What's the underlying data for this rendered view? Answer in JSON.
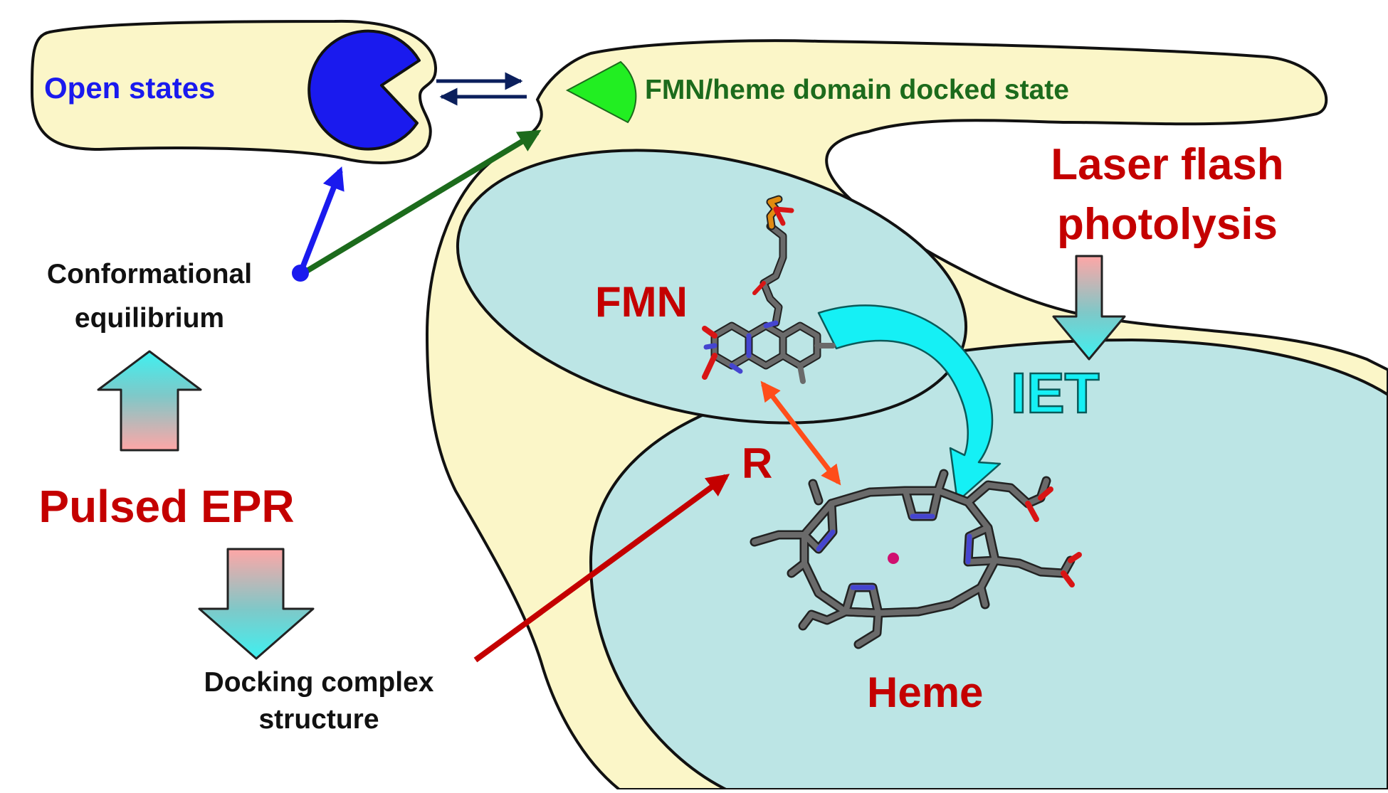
{
  "labels": {
    "open_states": "Open states",
    "docked_state": "FMN/heme domain docked state",
    "laser_line1": "Laser flash",
    "laser_line2": "photolysis",
    "fmn": "FMN",
    "iet": "IET",
    "r": "R",
    "heme": "Heme",
    "conf_line1": "Conformational",
    "conf_line2": "equilibrium",
    "pulsed_epr": "Pulsed EPR",
    "dock_line1": "Docking complex",
    "dock_line2": "structure"
  },
  "colors": {
    "membrane_fill": "#fbf6c8",
    "domain_fill": "#bce5e5",
    "blue": "#1a1aee",
    "dark_green": "#1c6b1c",
    "bright_green": "#22ee22",
    "red": "#c40000",
    "cyan": "#15f0f5",
    "orange": "#ff4d1a",
    "navy": "#0b1f5c",
    "stick_gray": "#5a5a5a",
    "nitrogen": "#4545d0",
    "oxygen": "#d81515",
    "phosphorus": "#e08a10",
    "iron": "#d01070"
  }
}
